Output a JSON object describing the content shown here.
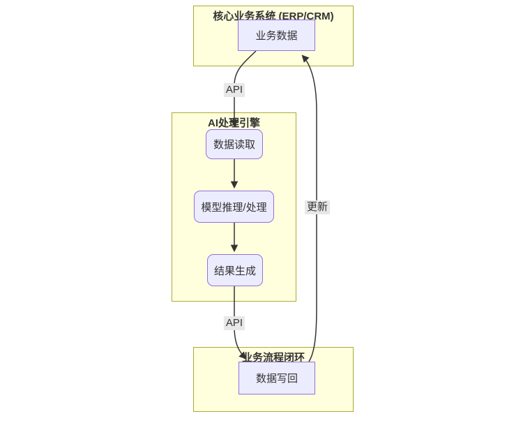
{
  "diagram": {
    "type": "flowchart",
    "clusters": [
      {
        "id": "core-system",
        "title": "核心业务系统 (ERP/CRM)"
      },
      {
        "id": "ai-engine",
        "title": "AI处理引擎"
      },
      {
        "id": "process-loop",
        "title": "业务流程闭环"
      }
    ],
    "nodes": [
      {
        "id": "biz-data",
        "label": "业务数据",
        "shape": "rect",
        "cluster": "core-system"
      },
      {
        "id": "data-read",
        "label": "数据读取",
        "shape": "rounded",
        "cluster": "ai-engine"
      },
      {
        "id": "model-infer",
        "label": "模型推理/处理",
        "shape": "rounded",
        "cluster": "ai-engine"
      },
      {
        "id": "result-gen",
        "label": "结果生成",
        "shape": "rounded",
        "cluster": "ai-engine"
      },
      {
        "id": "data-write",
        "label": "数据写回",
        "shape": "rect",
        "cluster": "process-loop"
      }
    ],
    "edges": [
      {
        "from": "biz-data",
        "to": "data-read",
        "label": "API"
      },
      {
        "from": "data-read",
        "to": "model-infer",
        "label": ""
      },
      {
        "from": "model-infer",
        "to": "result-gen",
        "label": ""
      },
      {
        "from": "result-gen",
        "to": "data-write",
        "label": "API"
      },
      {
        "from": "data-write",
        "to": "biz-data",
        "label": "更新"
      }
    ],
    "colors": {
      "cluster_fill": "#ffffde",
      "cluster_border": "#aaaa33",
      "node_fill": "#ececff",
      "node_border": "#9370db",
      "edge_line": "#333333",
      "edge_label_bg": "#e8e8e8",
      "text": "#333333",
      "background": "#ffffff"
    }
  }
}
